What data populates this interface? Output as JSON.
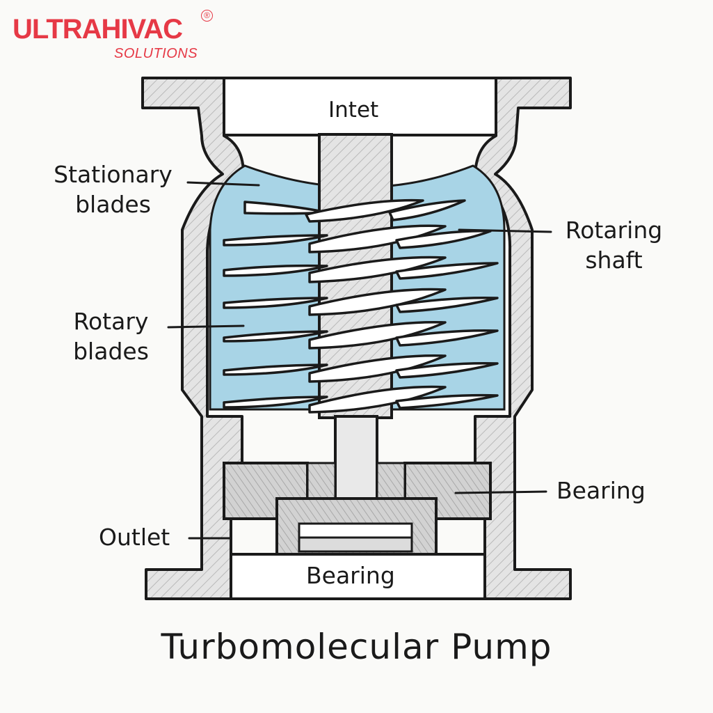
{
  "logo": {
    "brand": "ULTRAHIVAC",
    "trademark": "®",
    "tagline": "SOLUTIONS"
  },
  "labels": {
    "inlet": "Intet",
    "stationary_blades": "Stationary blades",
    "rotating_shaft": "Rotaring shaft",
    "rotary_blades": "Rotary blades",
    "bearing_right": "Bearing",
    "outlet": "Outlet",
    "bearing_bottom": "Bearing"
  },
  "title": "Turbomolecular Pump",
  "colors": {
    "brand": "#e63946",
    "housing_fill": "#e4e4e4",
    "chamber_fill": "#a8d4e6",
    "ink": "#1a1a1a",
    "blade_fill": "#ffffff"
  }
}
